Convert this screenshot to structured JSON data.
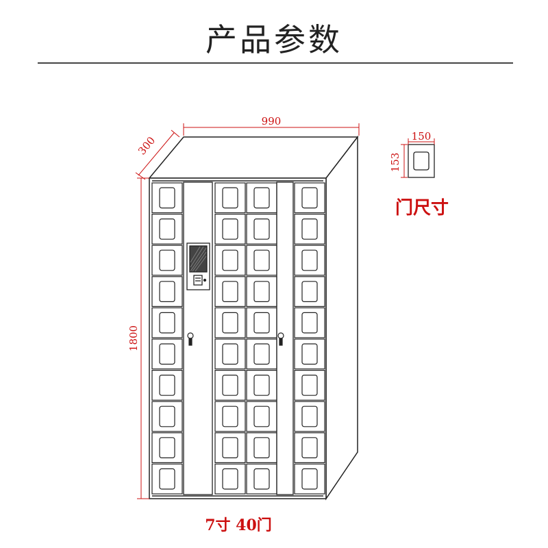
{
  "page": {
    "title": "产品参数"
  },
  "cabinet": {
    "width_label": "990",
    "depth_label": "300",
    "height_label": "1800",
    "caption": "7寸 40门",
    "columns_with_doors": 4,
    "rows": 10
  },
  "door_detail": {
    "width_label": "150",
    "height_label": "153",
    "caption": "门尺寸"
  },
  "colors": {
    "line": "#222222",
    "dimension": "#cc1111",
    "panel": "#f4f4f4"
  }
}
